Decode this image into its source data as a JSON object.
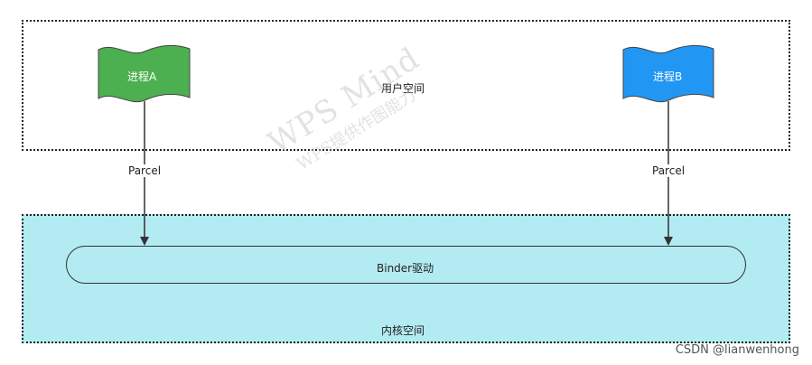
{
  "user_space": {
    "label": "用户空间"
  },
  "kernel_space": {
    "label": "内核空间",
    "fill_color": "#b3ebf2"
  },
  "process_a": {
    "label": "进程A",
    "color": "#4caf50"
  },
  "process_b": {
    "label": "进程B",
    "color": "#2196f3"
  },
  "arrow_a": {
    "label": "Parcel"
  },
  "arrow_b": {
    "label": "Parcel"
  },
  "binder_driver": {
    "label": "Binder驱动"
  },
  "watermark": {
    "line1": "WPS Mind",
    "line2": "WPS提供作图能力"
  },
  "credit": "CSDN @lianwenhong"
}
